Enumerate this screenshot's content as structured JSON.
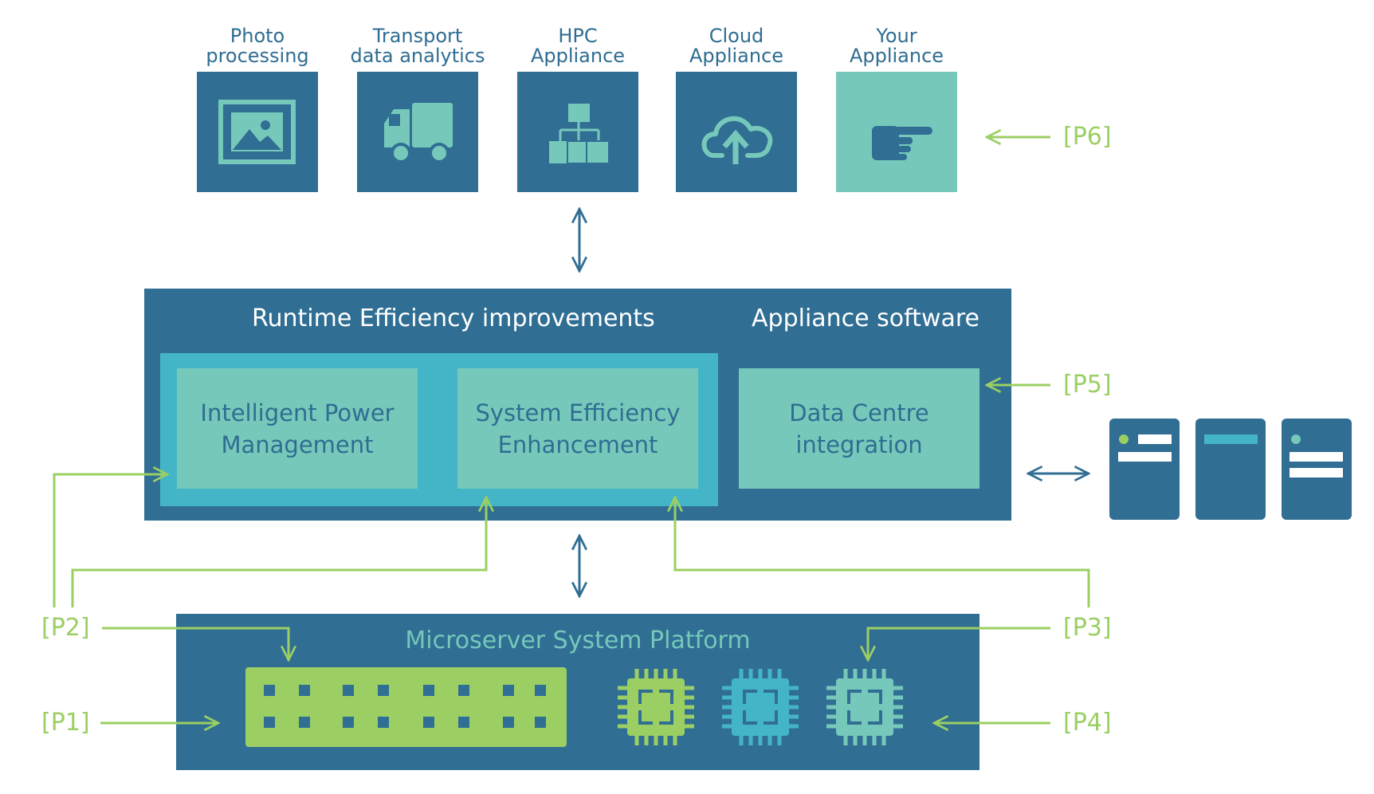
{
  "appliances": [
    {
      "label": "Photo\nprocessing",
      "icon": "image-icon"
    },
    {
      "label": "Transport\ndata analytics",
      "icon": "truck-icon"
    },
    {
      "label": "HPC\nAppliance",
      "icon": "hierarchy-icon"
    },
    {
      "label": "Cloud\nAppliance",
      "icon": "cloud-upload-icon"
    },
    {
      "label": "Your\nAppliance",
      "icon": "pointing-hand-icon"
    }
  ],
  "middle": {
    "runtime_title": "Runtime Efficiency improvements",
    "appliance_title": "Appliance software",
    "ipm": "Intelligent Power\nManagement",
    "see": "System Efficiency\nEnhancement",
    "dci": "Data Centre\nintegration"
  },
  "platform": {
    "title": "Microserver System Platform"
  },
  "points": {
    "p1": "[P1]",
    "p2": "[P2]",
    "p3": "[P3]",
    "p4": "[P4]",
    "p5": "[P5]",
    "p6": "[P6]"
  },
  "colors": {
    "navy": "#306e94",
    "teal": "#44b5c6",
    "mint": "#76c9ba",
    "green": "#9bcf63",
    "white": "#ffffff"
  },
  "servers_icon": "server-rack-icon"
}
